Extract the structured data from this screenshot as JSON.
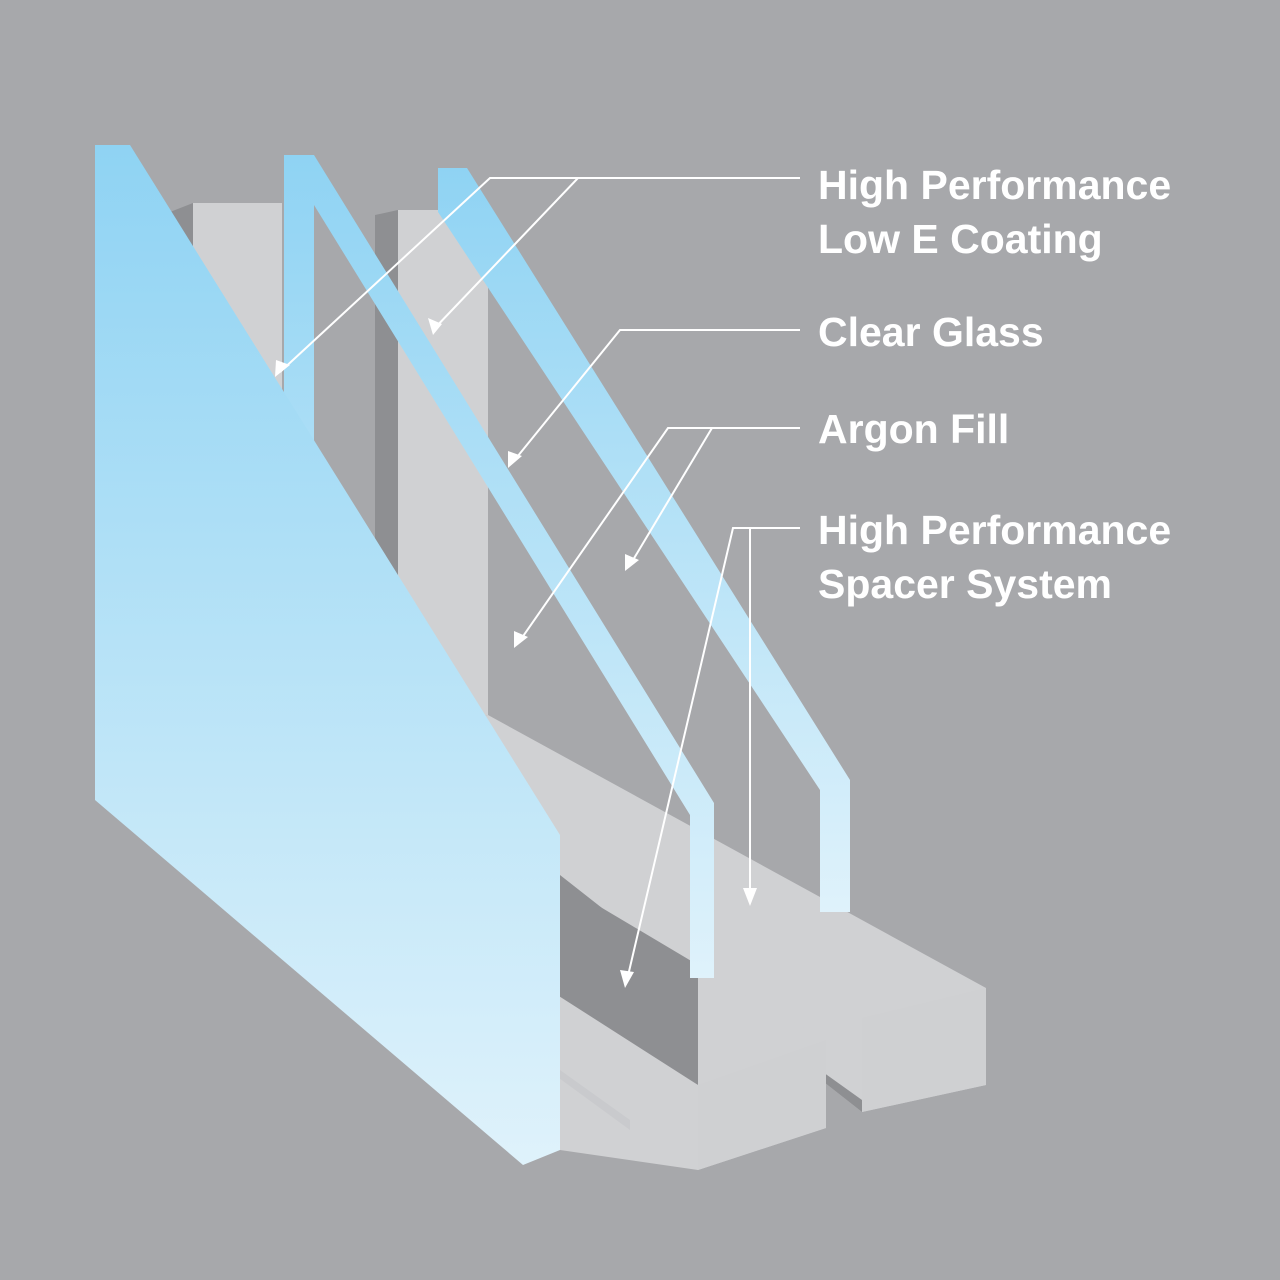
{
  "labels": {
    "low_e": {
      "line1": "High Performance",
      "line2": "Low E Coating"
    },
    "clear_glass": {
      "line1": "Clear Glass"
    },
    "argon": {
      "line1": "Argon Fill"
    },
    "spacer": {
      "line1": "High Performance",
      "line2": "Spacer System"
    }
  },
  "colors": {
    "background": "#a7a8ab",
    "glass_top": "#8fd3f3",
    "glass_bottom": "#dff2fb",
    "spacer_face": "#d0d1d3",
    "spacer_shadow": "#8e8f92",
    "interior": "#000000",
    "callout": "#ffffff"
  }
}
